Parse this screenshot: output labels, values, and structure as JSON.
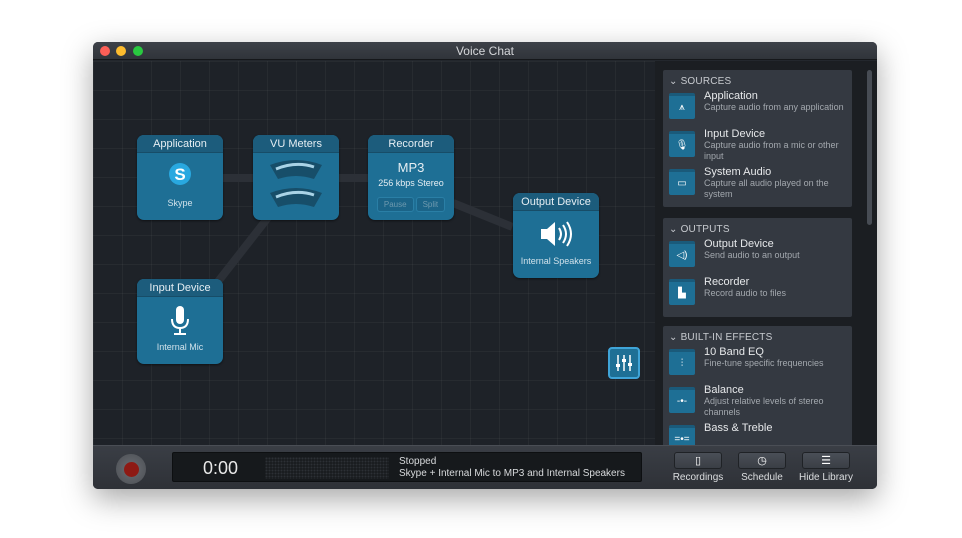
{
  "window": {
    "title": "Voice Chat"
  },
  "nodes": {
    "application": {
      "title": "Application",
      "label": "Skype"
    },
    "vu": {
      "title": "VU Meters"
    },
    "recorder": {
      "title": "Recorder",
      "format": "MP3",
      "quality": "256 kbps Stereo",
      "pause": "Pause",
      "split": "Split"
    },
    "output": {
      "title": "Output Device",
      "label": "Internal Speakers"
    },
    "input": {
      "title": "Input Device",
      "label": "Internal Mic"
    }
  },
  "library": {
    "sources": {
      "title": "SOURCES",
      "items": [
        {
          "name": "Application",
          "desc": "Capture audio from any application",
          "icon": "app-icon"
        },
        {
          "name": "Input Device",
          "desc": "Capture audio from a mic or other input",
          "icon": "mic-icon"
        },
        {
          "name": "System Audio",
          "desc": "Capture all audio played on the system",
          "icon": "monitor-icon"
        }
      ]
    },
    "outputs": {
      "title": "OUTPUTS",
      "items": [
        {
          "name": "Output Device",
          "desc": "Send audio to an output",
          "icon": "speaker-icon"
        },
        {
          "name": "Recorder",
          "desc": "Record audio to files",
          "icon": "file-icon"
        }
      ]
    },
    "effects": {
      "title": "BUILT-IN EFFECTS",
      "items": [
        {
          "name": "10 Band EQ",
          "desc": "Fine-tune specific frequencies",
          "icon": "eq-icon"
        },
        {
          "name": "Balance",
          "desc": "Adjust relative levels of stereo channels",
          "icon": "balance-icon"
        },
        {
          "name": "Bass & Treble",
          "desc": "",
          "icon": "bass-treble-icon"
        }
      ]
    }
  },
  "status": {
    "time": "0:00",
    "state": "Stopped",
    "description": "Skype + Internal Mic to MP3 and Internal Speakers"
  },
  "toolbar": {
    "recordings": "Recordings",
    "schedule": "Schedule",
    "hide_library": "Hide Library"
  },
  "colors": {
    "node": "#1e6f95",
    "accent": "#3fa4d8",
    "record": "#8e1a14"
  }
}
